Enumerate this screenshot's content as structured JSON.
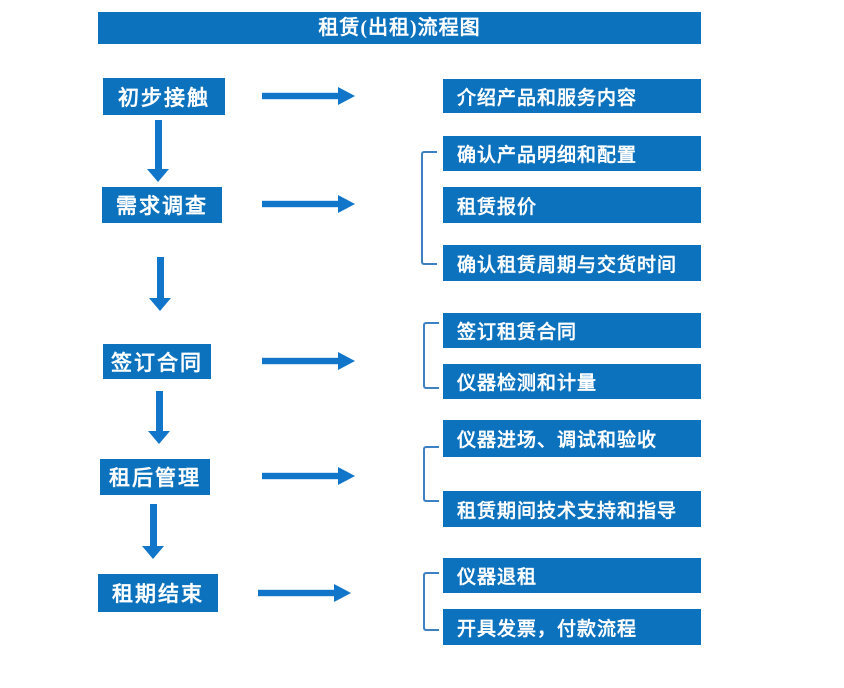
{
  "title": "租赁(出租)流程图",
  "colors": {
    "accent": "#0d72be",
    "arrow": "#1176c9",
    "bracket": "#3e80c4",
    "text": "#ffffff"
  },
  "stages": [
    {
      "label": "初步接触",
      "details": [
        "介绍产品和服务内容"
      ]
    },
    {
      "label": "需求调查",
      "details": [
        "确认产品明细和配置",
        "租赁报价",
        "确认租赁周期与交货时间"
      ]
    },
    {
      "label": "签订合同",
      "details": [
        "签订租赁合同",
        "仪器检测和计量"
      ]
    },
    {
      "label": "租后管理",
      "details": [
        "仪器进场、调试和验收",
        "租赁期间技术支持和指导"
      ]
    },
    {
      "label": "租期结束",
      "details": [
        "仪器退租",
        "开具发票，付款流程"
      ]
    }
  ]
}
